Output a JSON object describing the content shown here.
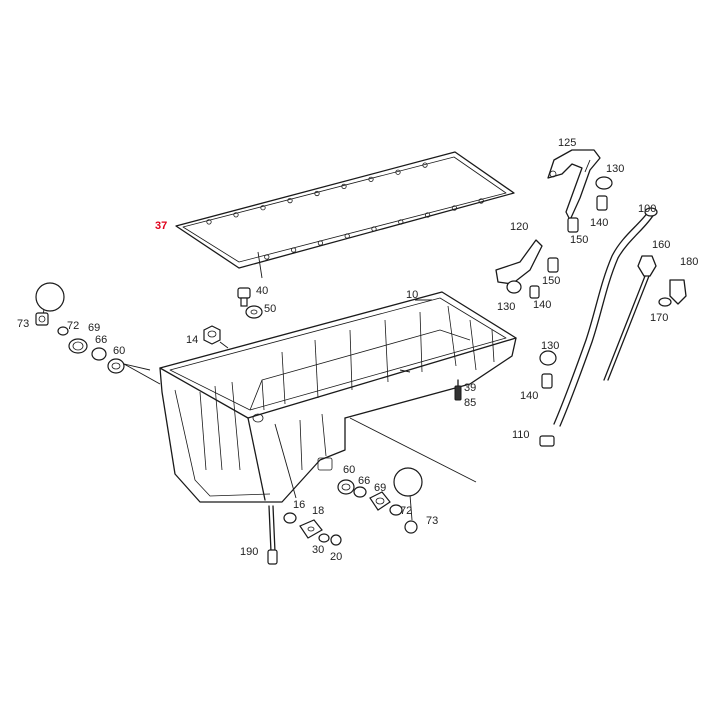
{
  "colors": {
    "line": "#1a1a1a",
    "label": "#222222",
    "highlight": "#e0001b",
    "background": "#ffffff"
  },
  "labels": {
    "p10": "10",
    "p14": "14",
    "p16": "16",
    "p18": "18",
    "p20": "20",
    "p30": "30",
    "p37": "37",
    "p39": "39",
    "p40": "40",
    "p50": "50",
    "p60a": "60",
    "p60b": "60",
    "p66a": "66",
    "p66b": "66",
    "p69a": "69",
    "p69b": "69",
    "p72a": "72",
    "p72b": "72",
    "p73a": "73",
    "p73b": "73",
    "p85": "85",
    "p100": "100",
    "p110": "110",
    "p120": "120",
    "p125": "125",
    "p130a": "130",
    "p130b": "130",
    "p130c": "130",
    "p140a": "140",
    "p140b": "140",
    "p140c": "140",
    "p150a": "150",
    "p150b": "150",
    "p160": "160",
    "p170": "170",
    "p180": "180",
    "p190": "190"
  }
}
